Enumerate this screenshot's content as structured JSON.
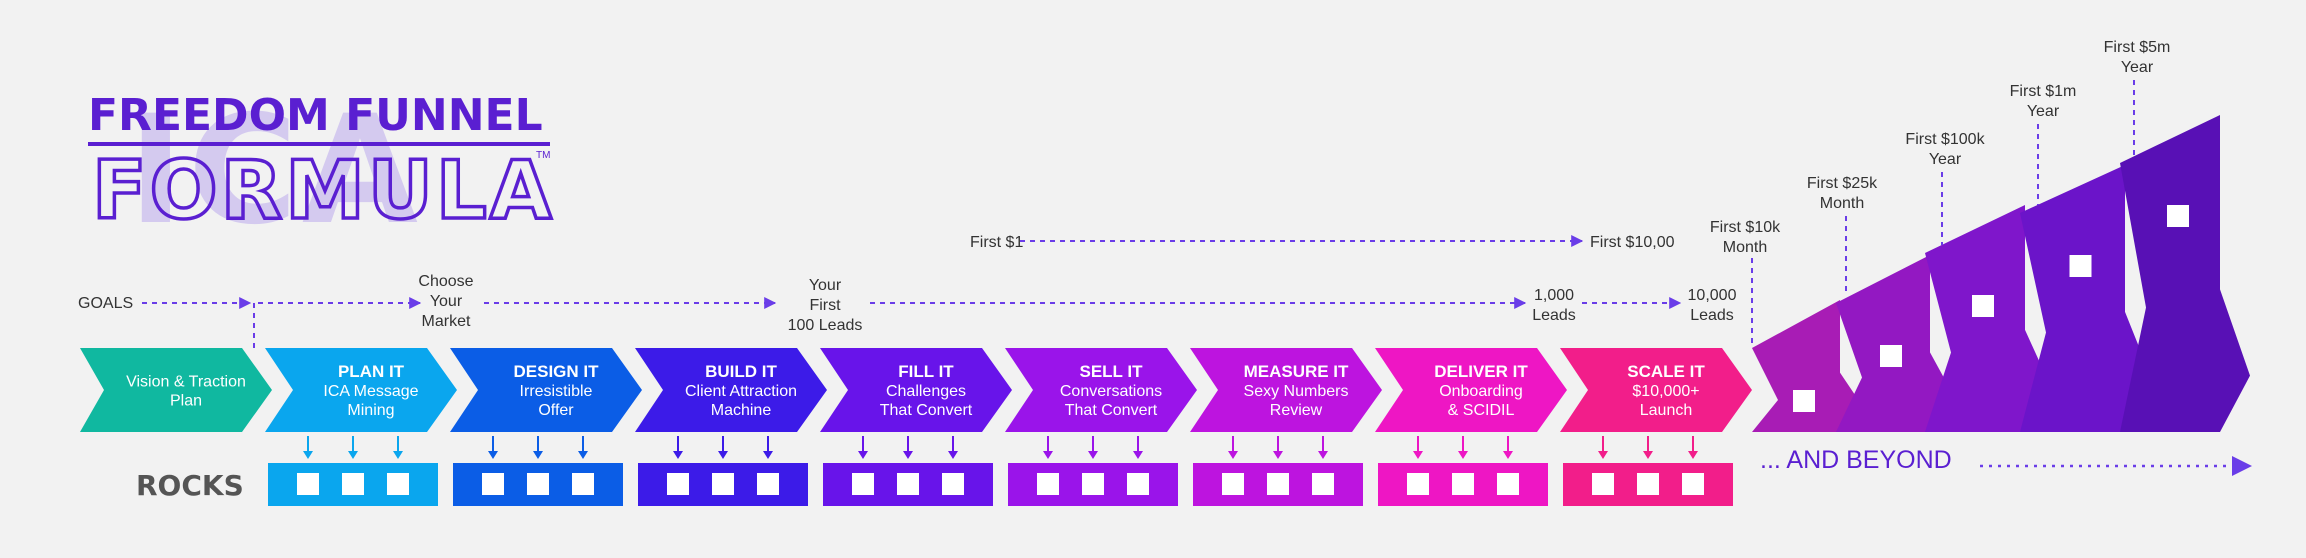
{
  "logo": {
    "watermark": "ICA",
    "line1": "FREEDOM FUNNEL",
    "line2": "FORMULA",
    "tm": "TM"
  },
  "colors": {
    "purple_dark": "#5a1fd1",
    "dashed": "#6a3de8",
    "stages": [
      "#10b8a0",
      "#0aa6ee",
      "#0b5de6",
      "#3c1be8",
      "#6814ea",
      "#9a14ea",
      "#bd14df",
      "#ee16c4",
      "#f21e8a"
    ],
    "rocks": [
      "#0aa6ee",
      "#0b5de6",
      "#3c1be8",
      "#6814ea",
      "#9a14ea",
      "#bd14df",
      "#ee16c4",
      "#f21e8a"
    ],
    "stairs": [
      "#a81cb5",
      "#9318c2",
      "#7f16cb",
      "#6b14c9",
      "#5810b5"
    ]
  },
  "timeline": {
    "goals": "GOALS",
    "choose_market": [
      "Choose",
      "Your",
      "Market"
    ],
    "first_100_leads": [
      "Your",
      "First",
      "100 Leads"
    ],
    "leads_1000": [
      "1,000",
      "Leads"
    ],
    "leads_10000": [
      "10,000",
      "Leads"
    ],
    "first_1": "First $1",
    "first_10000": "First $10,00"
  },
  "stages": [
    {
      "title": "",
      "sub": [
        "Vision & Traction",
        "Plan"
      ]
    },
    {
      "title": "PLAN IT",
      "sub": [
        "ICA Message",
        "Mining"
      ]
    },
    {
      "title": "DESIGN IT",
      "sub": [
        "Irresistible",
        "Offer"
      ]
    },
    {
      "title": "BUILD IT",
      "sub": [
        "Client Attraction",
        "Machine"
      ]
    },
    {
      "title": "FILL IT",
      "sub": [
        "Challenges",
        "That Convert"
      ]
    },
    {
      "title": "SELL IT",
      "sub": [
        "Conversations",
        "That Convert"
      ]
    },
    {
      "title": "MEASURE IT",
      "sub": [
        "Sexy Numbers",
        "Review"
      ]
    },
    {
      "title": "DELIVER IT",
      "sub": [
        "Onboarding",
        "& SCIDIL"
      ]
    },
    {
      "title": "SCALE IT",
      "sub": [
        "$10,000+",
        "Launch"
      ]
    }
  ],
  "rocks_label": "ROCKS",
  "and_beyond": "... AND BEYOND",
  "milestones": [
    [
      "First $10k",
      "Month"
    ],
    [
      "First $25k",
      "Month"
    ],
    [
      "First $100k",
      "Year"
    ],
    [
      "First $1m",
      "Year"
    ],
    [
      "First $5m",
      "Year"
    ]
  ]
}
